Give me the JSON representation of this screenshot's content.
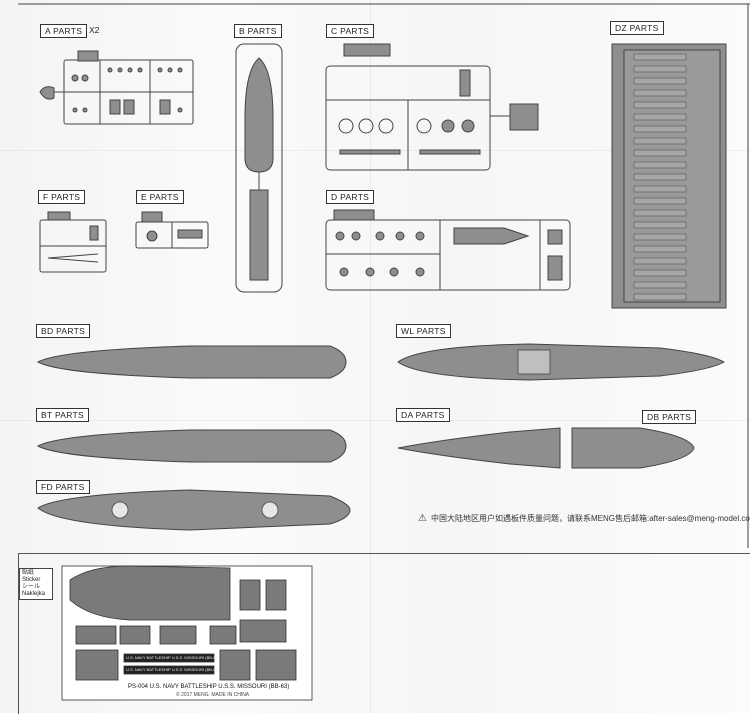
{
  "parts": {
    "a": "A PARTS",
    "a_qty": "X2",
    "b": "B PARTS",
    "c": "C PARTS",
    "dz": "DZ PARTS",
    "f": "F PARTS",
    "e": "E PARTS",
    "d": "D PARTS",
    "bd": "BD PARTS",
    "wl": "WL PARTS",
    "bt": "BT PARTS",
    "da": "DA PARTS",
    "db": "DB PARTS",
    "fd": "FD PARTS"
  },
  "notice": {
    "icon": "warning-icon",
    "text": "中国大陆地区用户如遇板件质量问题，请联系MENG售后邮箱:after-sales@meng-model.com"
  },
  "sticker": {
    "label_lines": [
      "贴纸",
      "Sticker",
      "シール",
      "Naklejka"
    ],
    "title": "PS-004  U.S. NAVY BATTLESHIP  U.S.S. MISSOURI (BB-63)",
    "copyright": "© 2017 MENG. MADE IN CHINA",
    "strip_1": "U.S. NAVY BATTLESHIP  U.S.S. MISSOURI (BB-63)",
    "strip_2": "U.S. NAVY BATTLESHIP  U.S.S. MISSOURI (BB-63)"
  },
  "colors": {
    "plastic": "#8e8e8e",
    "plastic_dark": "#6f6f6f",
    "outline": "#444444"
  }
}
